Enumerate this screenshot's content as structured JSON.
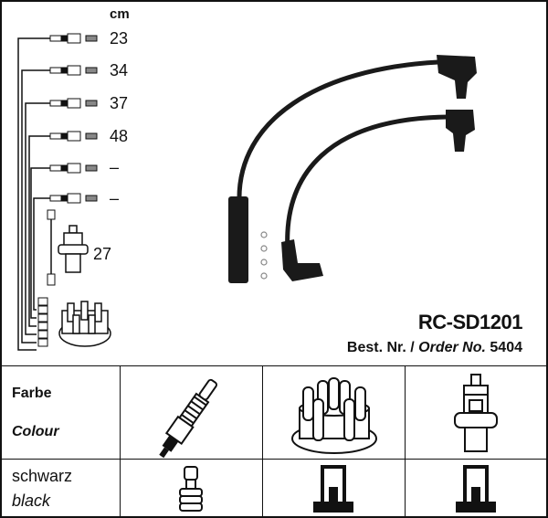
{
  "unit_label": "cm",
  "lengths": [
    "23",
    "34",
    "37",
    "48",
    "–",
    "–"
  ],
  "coil_lead_length": "27",
  "product_code": "RC-SD1201",
  "order": {
    "label_de": "Best. Nr. /",
    "label_en": "Order No.",
    "number": "5404"
  },
  "table": {
    "header_de": "Farbe",
    "header_en": "Colour",
    "colour_de": "schwarz",
    "colour_en": "black",
    "columns": [
      "spark-plug",
      "distributor-cap",
      "ignition-coil"
    ]
  },
  "wire_color": "#1a1a1a"
}
